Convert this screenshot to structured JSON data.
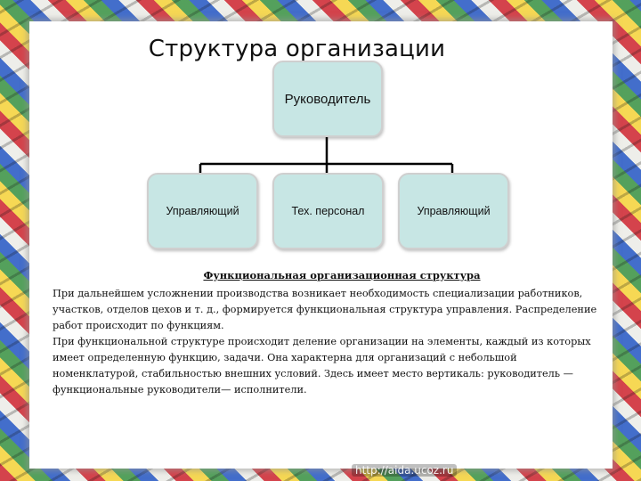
{
  "title": "Структура организации",
  "org_chart": {
    "root": "Руководитель",
    "children": [
      "Управляющий",
      "Тех. персонал",
      "Управляющий"
    ]
  },
  "text": {
    "subtitle": "Функциональная организационная структура",
    "paragraph1": "При дальнейшем усложнении производства возникает необходимость специализации работников, участков, отделов цехов и т. д., формируется функциональная структура управления. Распределение работ происходит по функциям.",
    "paragraph2": "При функциональной структуре происходит деление организации на элементы, каждый из которых имеет определенную функцию, задачи. Она характерна для организаций с небольшой номенклатурой, стабильностью внешних условий. Здесь имеет место вертикаль: руководитель — функциональные руководители— исполнители."
  },
  "watermark": "http://aida.ucoz.ru",
  "colors": {
    "node_fill": "#c7e6e4",
    "node_border": "#cfcfcf",
    "connector": "#000000"
  }
}
